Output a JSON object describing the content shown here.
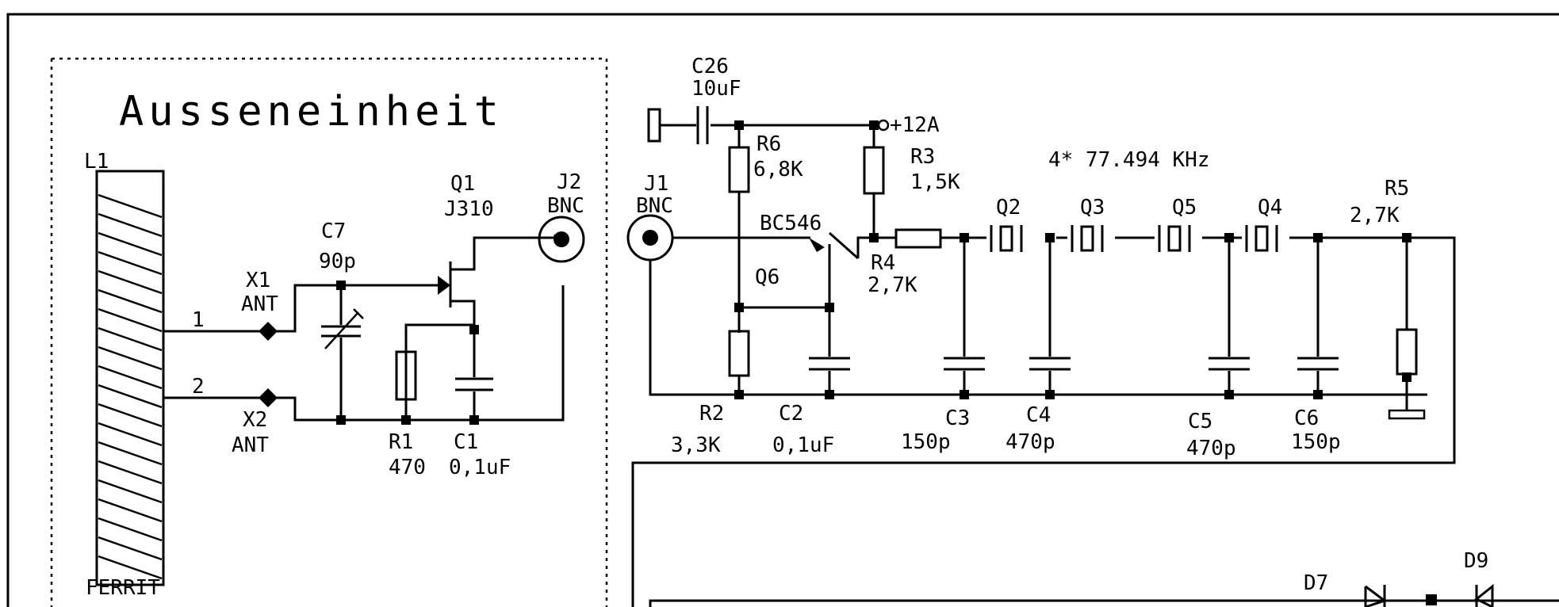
{
  "section_title": "Ausseneinheit",
  "heading_freq": "4* 77.494 KHz",
  "supply": "+12A",
  "labels": {
    "L1": "L1",
    "FERRIT": "FERRIT",
    "X1": "X1",
    "X1_ANT": "ANT",
    "X2": "X2",
    "X2_ANT": "ANT",
    "pin1": "1",
    "pin2": "2",
    "C7": "C7",
    "C7_val": "90p",
    "Q1": "Q1",
    "Q1_type": "J310",
    "J2": "J2",
    "J2_type": "BNC",
    "R1": "R1",
    "R1_val": "470",
    "C1": "C1",
    "C1_val": "0,1uF",
    "C26": "C26",
    "C26_val": "10uF",
    "R6": "R6",
    "R6_val": "6,8K",
    "R3": "R3",
    "R3_val": "1,5K",
    "J1": "J1",
    "J1_type": "BNC",
    "Q6_type": "BC546",
    "Q6": "Q6",
    "R4": "R4",
    "R4_val": "2,7K",
    "R2": "R2",
    "R2_val": "3,3K",
    "C2": "C2",
    "C2_val": "0,1uF",
    "C3": "C3",
    "C3_val": "150p",
    "C4": "C4",
    "C4_val": "470p",
    "C5": "C5",
    "C5_val": "470p",
    "C6": "C6",
    "C6_val": "150p",
    "Q2": "Q2",
    "Q3": "Q3",
    "Q5": "Q5",
    "Q4": "Q4",
    "R5": "R5",
    "R5_val": "2,7K",
    "D7": "D7",
    "D9": "D9"
  }
}
